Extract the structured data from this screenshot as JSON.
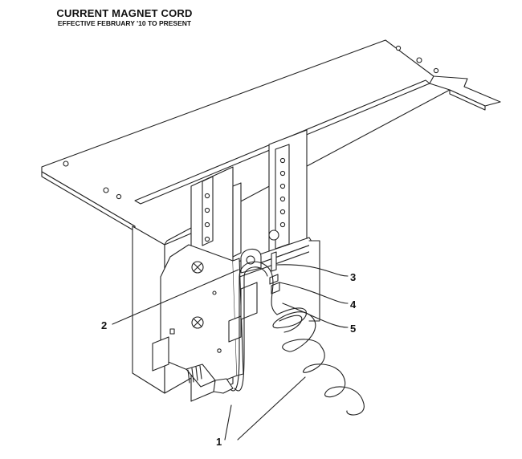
{
  "header": {
    "title": "CURRENT MAGNET CORD",
    "subtitle": "EFFECTIVE FEBRUARY '10 TO PRESENT"
  },
  "callouts": [
    "1",
    "2",
    "3",
    "4",
    "5"
  ]
}
